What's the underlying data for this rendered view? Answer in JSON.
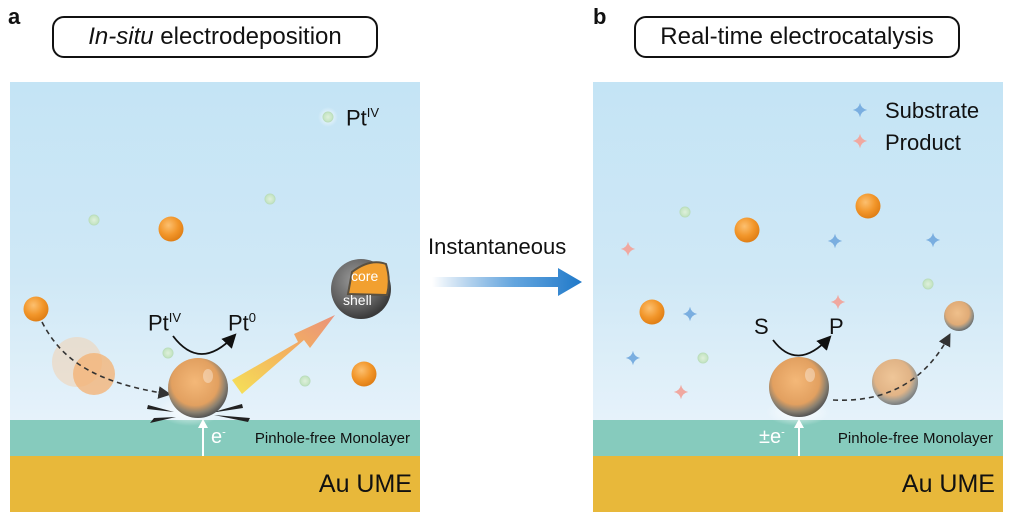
{
  "panel_a": {
    "letter": "a",
    "title_italic": "In-situ",
    "title_rest": " electrodeposition",
    "legend": {
      "label": "Pt",
      "superscript": "IV",
      "icon": "green-dot-icon"
    },
    "reaction": {
      "from": "Pt",
      "from_sup": "IV",
      "to": "Pt",
      "to_sup": "0"
    },
    "particle_labels": {
      "core": "core",
      "shell": "shell"
    },
    "electron_label": "e",
    "electron_sup": "-",
    "monolayer_label": "Pinhole-free Monolayer",
    "electrode_label": "Au UME"
  },
  "transition": {
    "label": "Instantaneous",
    "arrow_color": "#1f78c8"
  },
  "panel_b": {
    "letter": "b",
    "title": "Real-time electrocatalysis",
    "legend": [
      {
        "label": "Substrate",
        "icon": "blue-star-icon",
        "color": "#7aaee0"
      },
      {
        "label": "Product",
        "icon": "pink-star-icon",
        "color": "#f0a8a0"
      }
    ],
    "reaction": {
      "from": "S",
      "to": "P"
    },
    "electron_label": "±e",
    "electron_sup": "-",
    "monolayer_label": "Pinhole-free Monolayer",
    "electrode_label": "Au UME"
  },
  "colors": {
    "solution_top": "#c4e4f5",
    "monolayer": "#86cbbd",
    "electrode": "#e8b83a",
    "nanoparticle": "#f2962a",
    "shell": "#6a6a6a",
    "pt_ion": "#cfe8cc"
  }
}
